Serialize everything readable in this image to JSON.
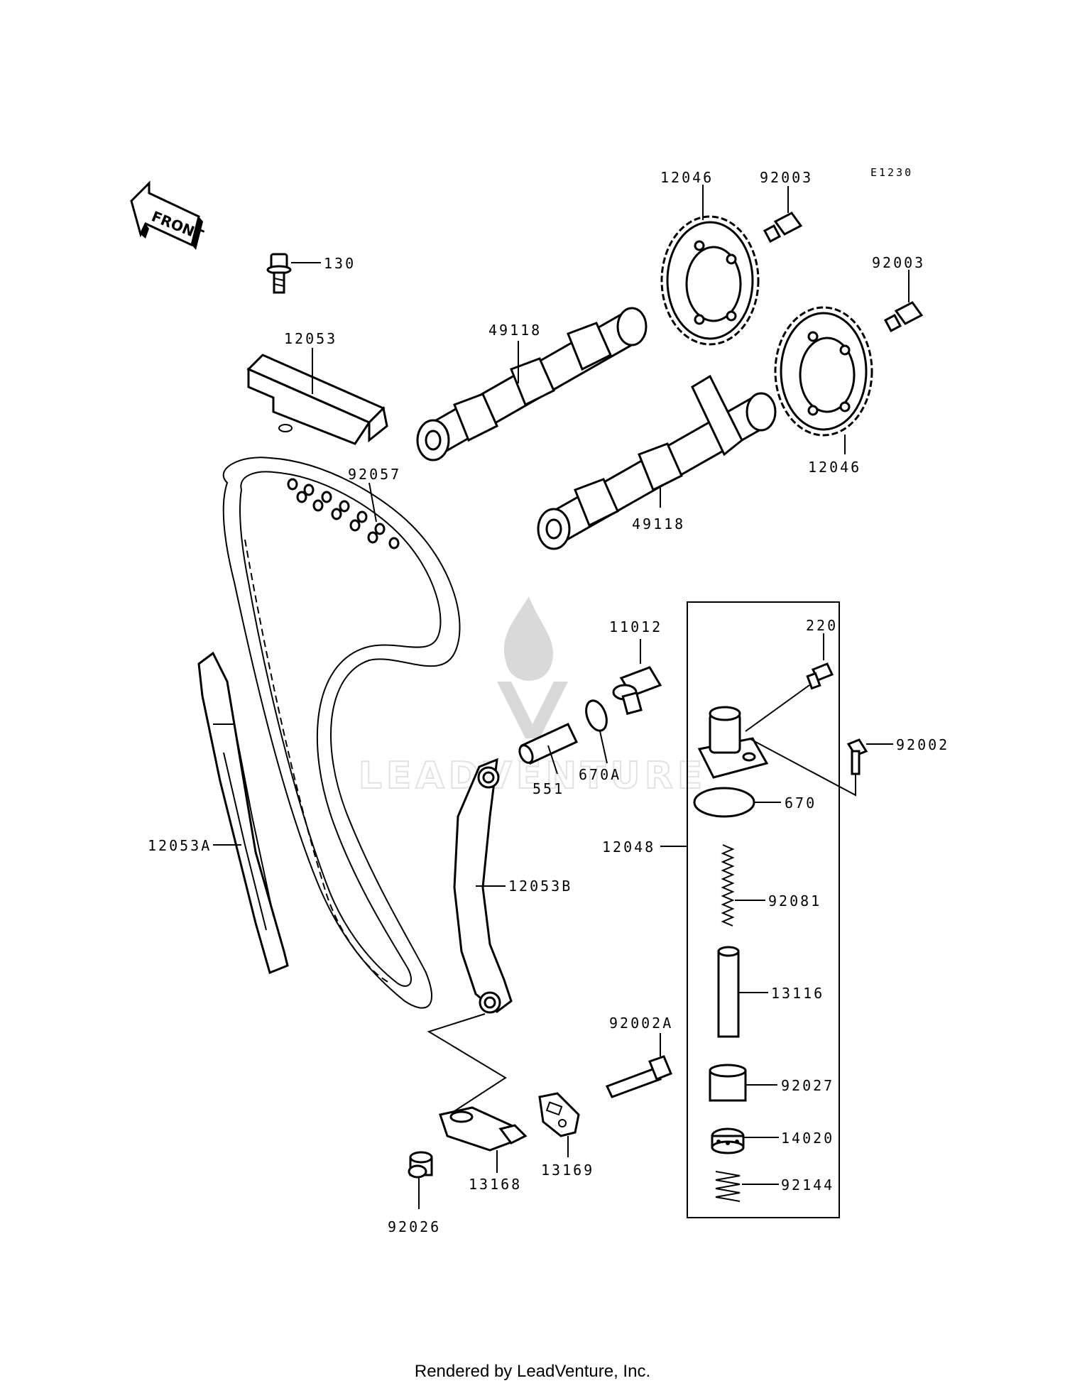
{
  "diagram_code": "E1230",
  "front_label": "FRONT",
  "watermark_text": "LEADVENTURE",
  "footer": "Rendered by LeadVenture, Inc.",
  "callouts": {
    "p12046a": "12046",
    "p92003a": "92003",
    "p92003b": "92003",
    "p130": "130",
    "p12053": "12053",
    "p49118a": "49118",
    "p12046b": "12046",
    "p92057": "92057",
    "p49118b": "49118",
    "p11012": "11012",
    "p220": "220",
    "p92002": "92002",
    "p670A": "670A",
    "p551": "551",
    "p670": "670",
    "p12048": "12048",
    "p12053A": "12053A",
    "p12053B": "12053B",
    "p92081": "92081",
    "p13116": "13116",
    "p92002A": "92002A",
    "p92027": "92027",
    "p14020": "14020",
    "p92144": "92144",
    "p13169": "13169",
    "p13168": "13168",
    "p92026": "92026"
  }
}
